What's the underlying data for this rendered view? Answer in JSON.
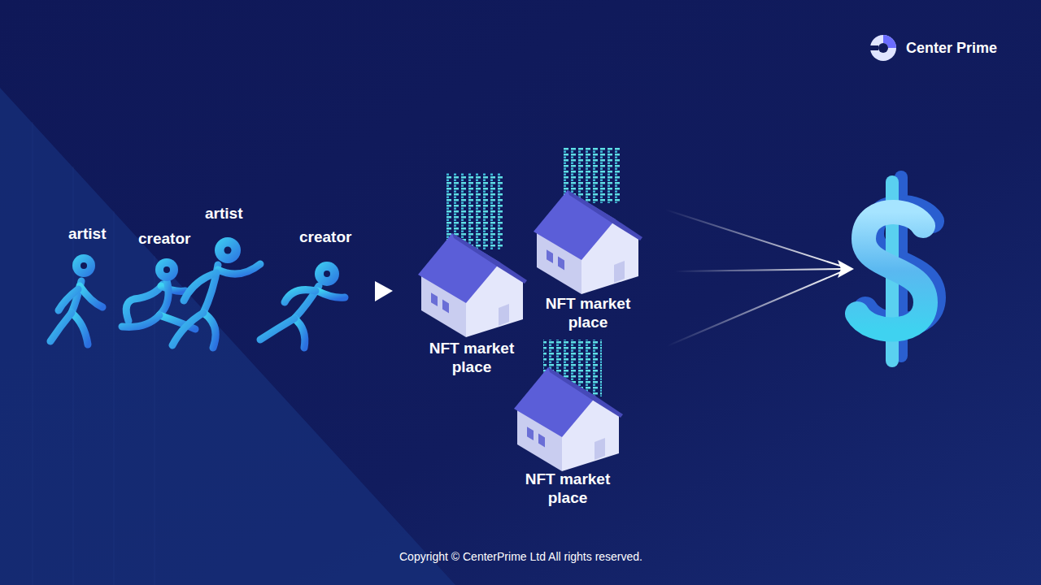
{
  "diagram": {
    "nodes": [
      {
        "text": [
          "artist"
        ]
      },
      {
        "text": [
          "creator"
        ]
      },
      {
        "text": [
          "artist"
        ]
      },
      {
        "text": [
          "creator"
        ]
      },
      {
        "text": [
          "NFT market place"
        ]
      },
      {
        "text": [
          "NFT market place"
        ]
      },
      {
        "text": [
          "NFT market place"
        ]
      }
    ],
    "labels": [
      "Center Prime",
      "Copyright © CenterPrime Ltd All rights reserved."
    ]
  }
}
